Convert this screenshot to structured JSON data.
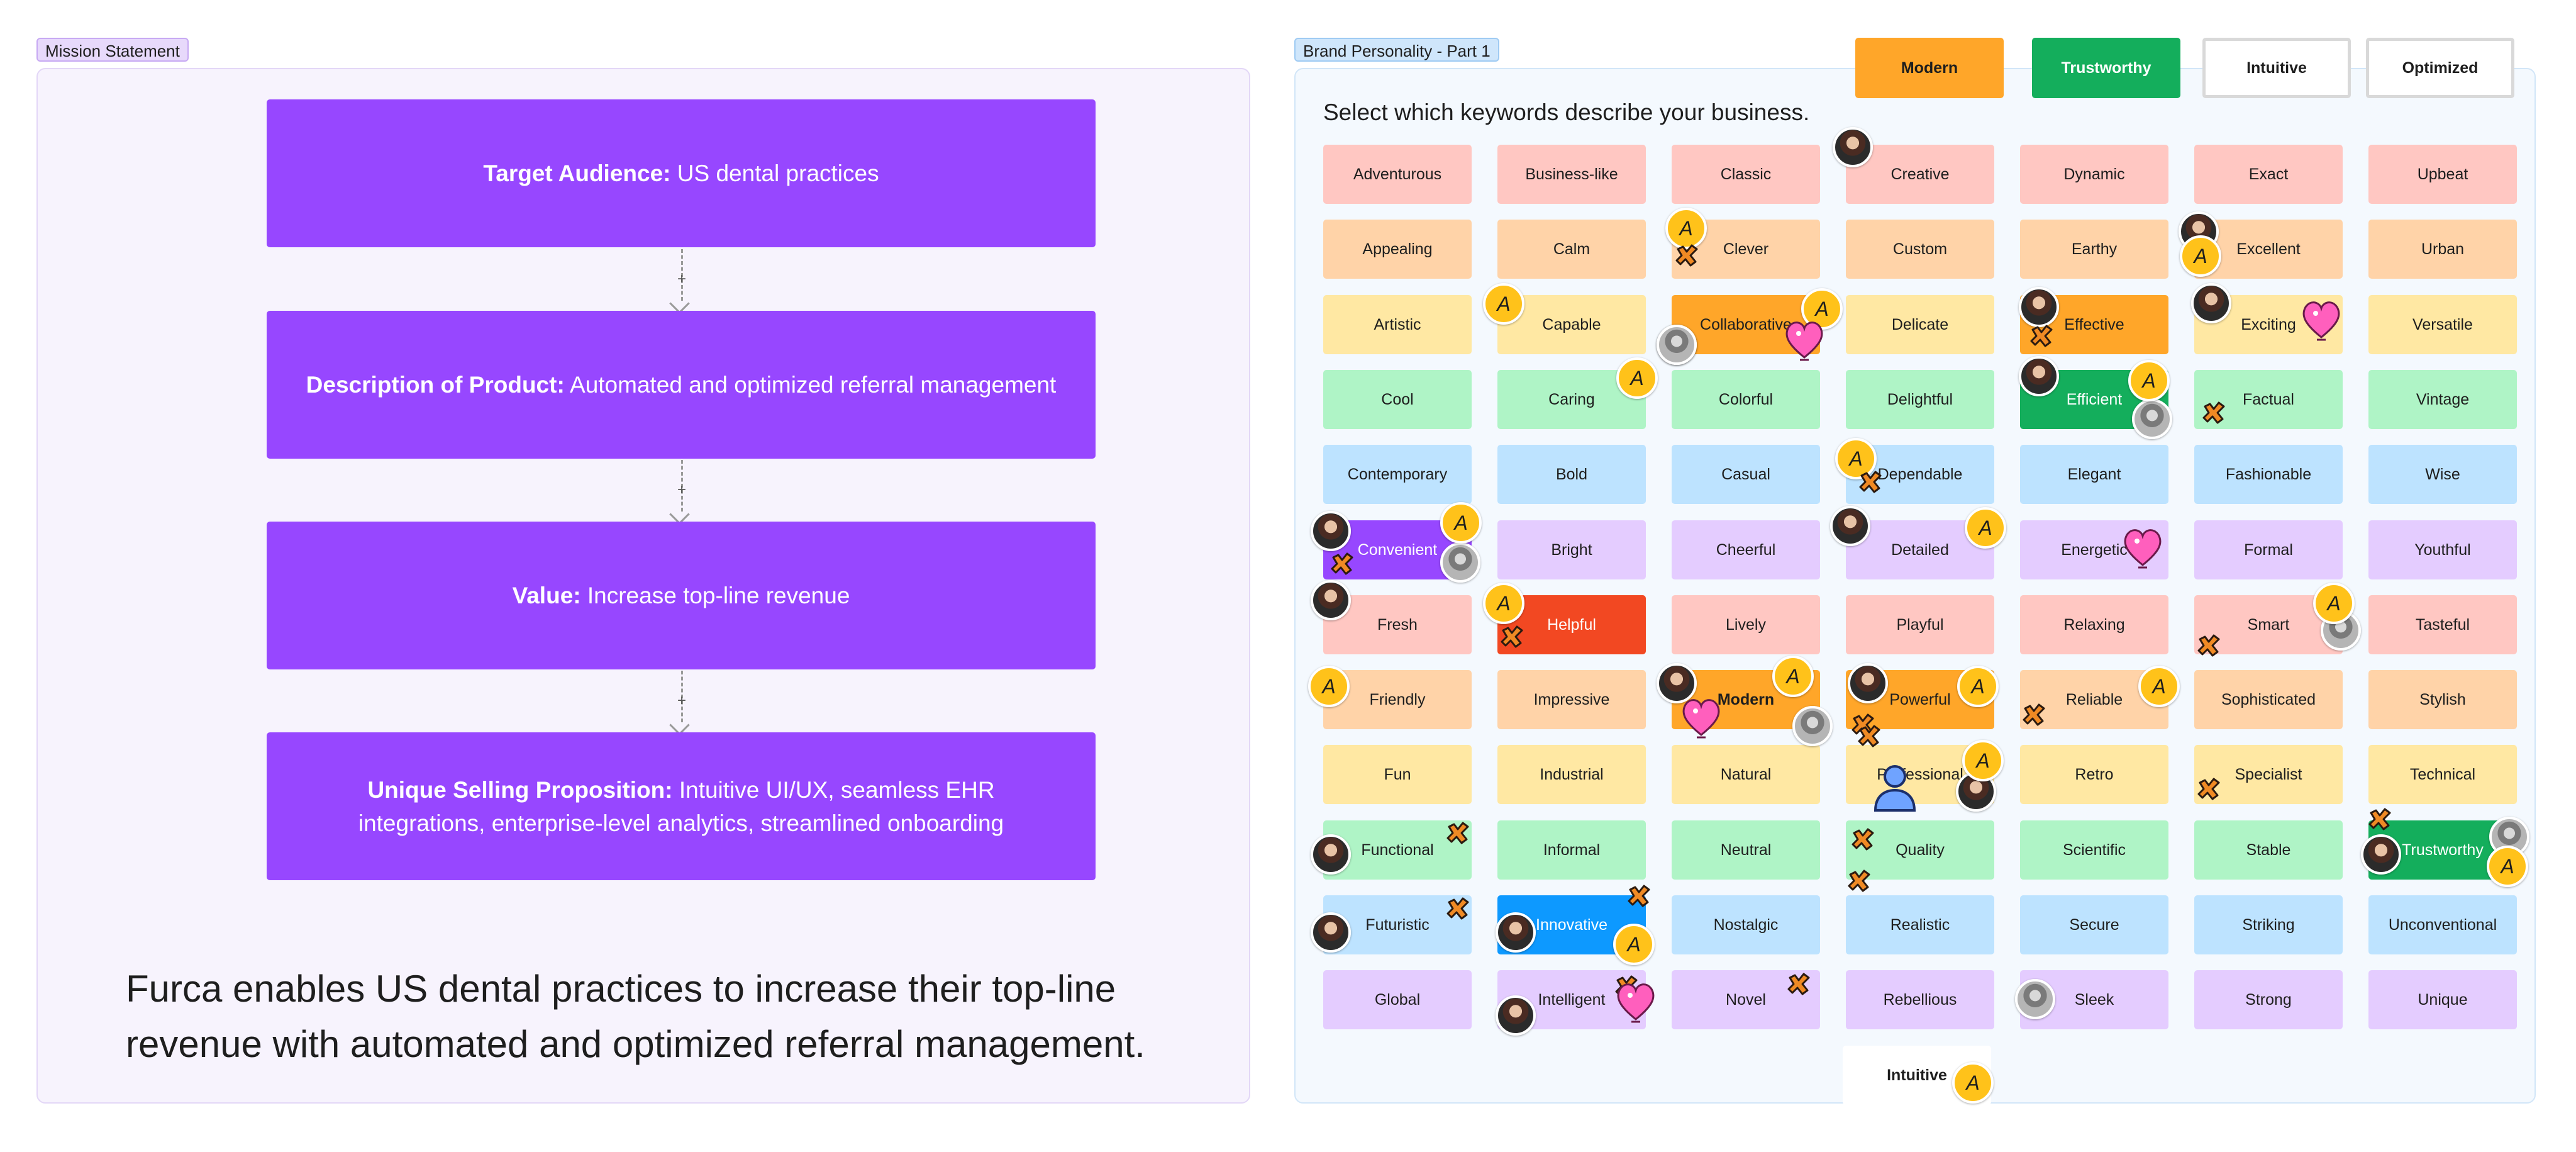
{
  "mission": {
    "tag": "Mission Statement",
    "boxes": [
      {
        "label": "Target Audience:",
        "text": " US dental practices"
      },
      {
        "label": "Description of Product:",
        "text": " Automated and optimized referral management"
      },
      {
        "label": "Value:",
        "text": " Increase top-line revenue"
      },
      {
        "label": "Unique Selling Proposition:",
        "text": " Intuitive UI/UX, seamless EHR integrations, enterprise-level analytics, streamlined onboarding"
      }
    ],
    "connector_symbol": "+",
    "summary": "Furca enables US dental practices to increase their top-line revenue with automated and optimized referral management."
  },
  "brand": {
    "tag": "Brand Personality - Part 1",
    "prompt": "Select which keywords describe your business.",
    "legend": [
      "Modern",
      "Trustworthy",
      "Intuitive",
      "Optimized"
    ],
    "extra_card": "Intuitive",
    "rows": [
      [
        "Adventurous",
        "Business-like",
        "Classic",
        "Creative",
        "Dynamic",
        "Exact",
        "Upbeat"
      ],
      [
        "Appealing",
        "Calm",
        "Clever",
        "Custom",
        "Earthy",
        "Excellent",
        "Urban"
      ],
      [
        "Artistic",
        "Capable",
        "Collaborative",
        "Delicate",
        "Effective",
        "Exciting",
        "Versatile"
      ],
      [
        "Cool",
        "Caring",
        "Colorful",
        "Delightful",
        "Efficient",
        "Factual",
        "Vintage"
      ],
      [
        "Contemporary",
        "Bold",
        "Casual",
        "Dependable",
        "Elegant",
        "Fashionable",
        "Wise"
      ],
      [
        "Convenient",
        "Bright",
        "Cheerful",
        "Detailed",
        "Energetic",
        "Formal",
        "Youthful"
      ],
      [
        "Fresh",
        "Helpful",
        "Lively",
        "Playful",
        "Relaxing",
        "Smart",
        "Tasteful"
      ],
      [
        "Friendly",
        "Impressive",
        "Modern",
        "Powerful",
        "Reliable",
        "Sophisticated",
        "Stylish"
      ],
      [
        "Fun",
        "Industrial",
        "Natural",
        "Professional",
        "Retro",
        "Specialist",
        "Technical"
      ],
      [
        "Functional",
        "Informal",
        "Neutral",
        "Quality",
        "Scientific",
        "Stable",
        "Trustworthy"
      ],
      [
        "Futuristic",
        "Innovative",
        "Nostalgic",
        "Realistic",
        "Secure",
        "Striking",
        "Unconventional"
      ],
      [
        "Global",
        "Intelligent",
        "Novel",
        "Rebellious",
        "Sleek",
        "Strong",
        "Unique"
      ]
    ],
    "row_colors": [
      "red",
      "orange",
      "yellow",
      "green",
      "blue",
      "violet",
      "red",
      "orange",
      "yellow",
      "green",
      "blue",
      "violet"
    ],
    "selected": {
      "2.2": "orange",
      "2.4": "orange",
      "3.4": "green",
      "5.0": "violet",
      "6.1": "red",
      "7.2": "orange",
      "7.3": "orange",
      "9.6": "green",
      "10.1": "blue"
    },
    "bold_cells": [
      "7.2"
    ],
    "avatar_letter": "A"
  },
  "colors": {
    "accent_purple": "#9747ff",
    "modern_orange": "#ffa629",
    "trustworthy_green": "#14ae5c",
    "avatar_yellow": "#ffc21a"
  }
}
